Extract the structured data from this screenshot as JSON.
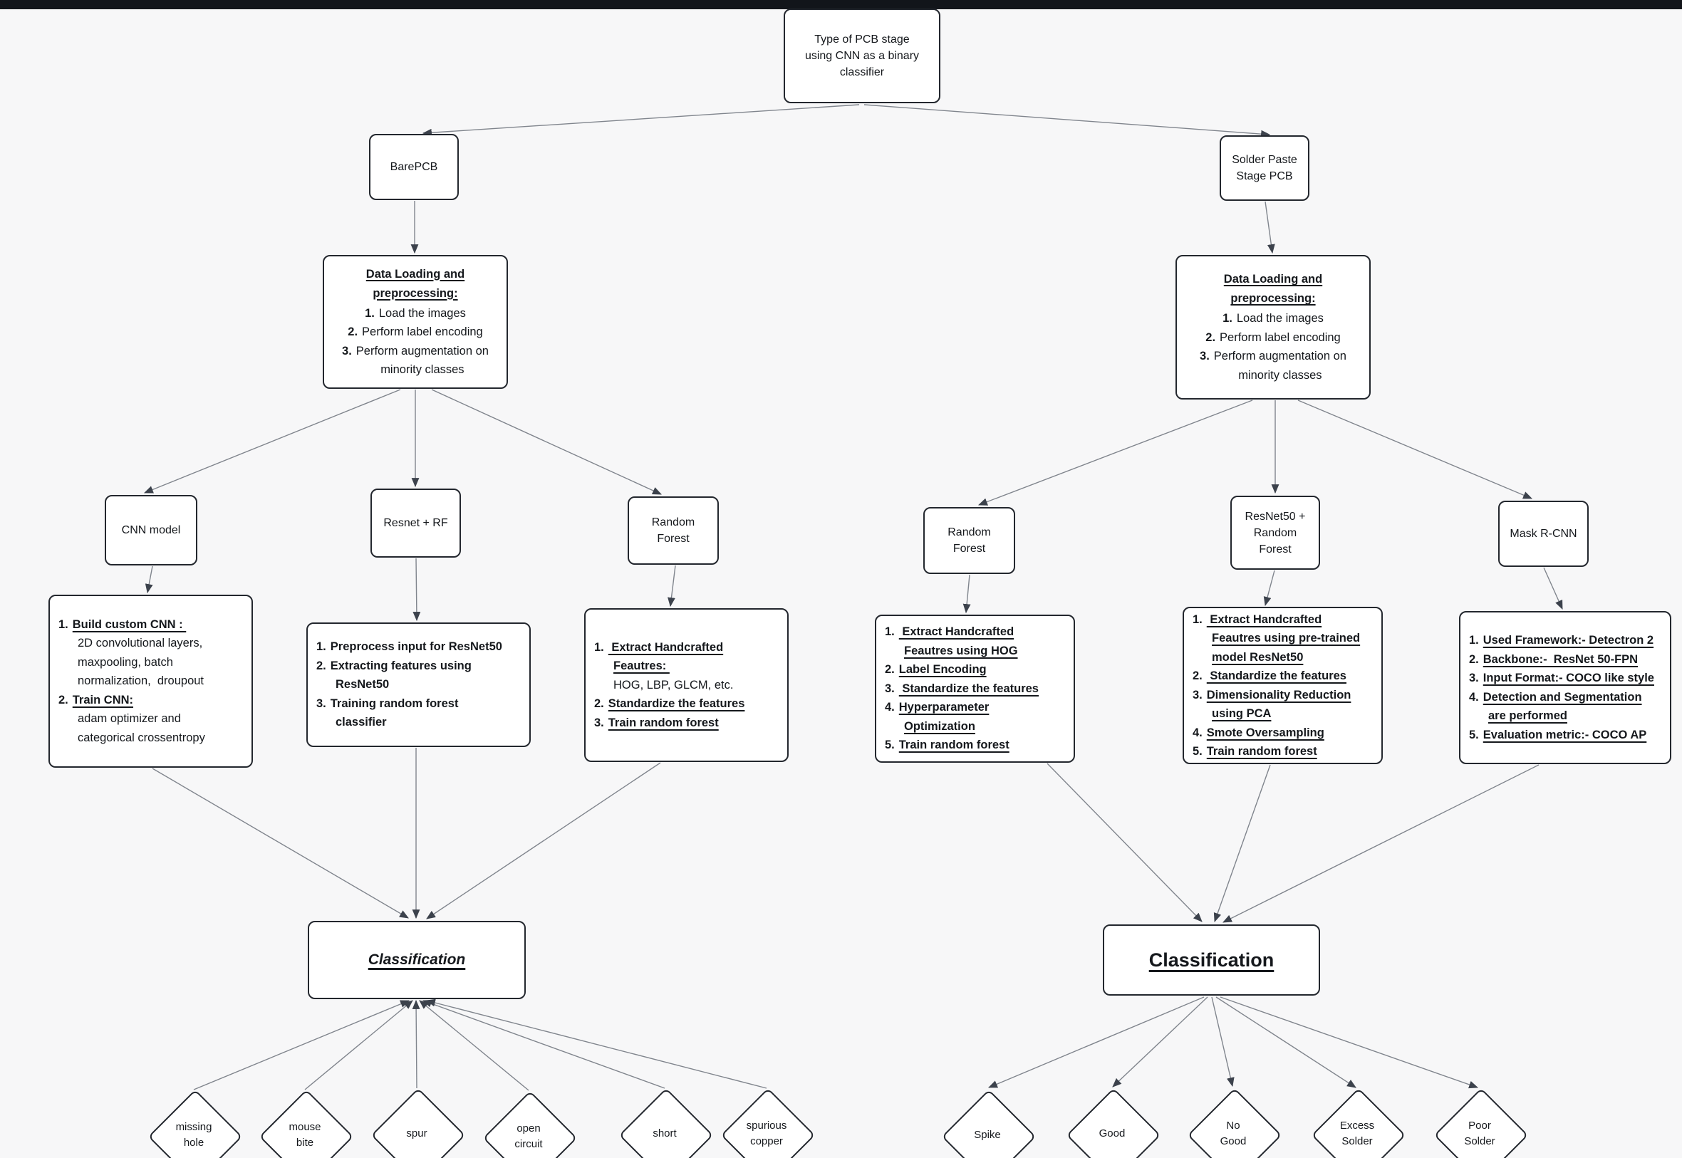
{
  "colors": {
    "canvas_bg": "#f7f7f8",
    "topbar": "#12151a",
    "node_bg": "#ffffff",
    "node_border": "#23272e",
    "edge": "#80858d",
    "arrowhead": "#3c424c",
    "text": "#15181c"
  },
  "root": {
    "label": "Type of PCB stage\nusing CNN as a binary\nclassifier"
  },
  "left": {
    "stage_label": "BarePCB",
    "data_loading": {
      "title": "Data Loading and preprocessing:",
      "lines": [
        {
          "n": "1.",
          "t": "Load the images"
        },
        {
          "n": "2.",
          "t": "Perform label encoding"
        },
        {
          "n": "3.",
          "t": "Perform augmentation on\nminority classes"
        }
      ]
    },
    "model_cnn": "CNN model",
    "model_resnet": "Resnet + RF",
    "model_rf": "Random\nForest",
    "cnn_detail": {
      "lines": [
        {
          "n": "1.",
          "t": "Build custom CNN : ",
          "s": "bu"
        },
        {
          "t": "2D convolutional layers,",
          "s": "i"
        },
        {
          "t": "maxpooling, batch",
          "s": "i"
        },
        {
          "t": "normalization,  droupout",
          "s": "i"
        },
        {
          "n": "2.",
          "t": "Train CNN:",
          "s": "bu"
        },
        {
          "t": "adam optimizer and",
          "s": "i"
        },
        {
          "t": "categorical crossentropy",
          "s": "i"
        }
      ]
    },
    "resnet_detail": {
      "lines": [
        {
          "n": "1.",
          "t": "Preprocess input for ResNet50",
          "s": "b"
        },
        {
          "n": "2.",
          "t": "Extracting features using",
          "s": "b"
        },
        {
          "t": "ResNet50",
          "s": "bi"
        },
        {
          "n": "3.",
          "t": "Training random forest",
          "s": "b"
        },
        {
          "t": "classifier",
          "s": "bi"
        }
      ]
    },
    "rf_detail": {
      "lines": [
        {
          "n": "1.",
          "t": " Extract Handcrafted",
          "s": "bu"
        },
        {
          "t": "Feautres: ",
          "s": "bui"
        },
        {
          "t": "HOG, LBP, GLCM, etc.",
          "s": "i"
        },
        {
          "n": "2.",
          "t": "Standardize the features",
          "s": "bu"
        },
        {
          "n": "3.",
          "t": "Train random forest",
          "s": "bu"
        }
      ]
    },
    "classification_label": "Classification",
    "outcomes": [
      "missing\nhole",
      "mouse\nbite",
      "spur",
      "open\ncircuit",
      "short",
      "spurious\ncopper"
    ]
  },
  "right": {
    "stage_label": "Solder Paste\nStage PCB",
    "data_loading": {
      "title": "Data Loading and preprocessing:",
      "lines": [
        {
          "n": "1.",
          "t": "Load the images"
        },
        {
          "n": "2.",
          "t": "Perform label encoding"
        },
        {
          "n": "3.",
          "t": "Perform augmentation on\nminority classes"
        }
      ]
    },
    "model_rf": "Random\nForest",
    "model_resnet50": "ResNet50  +\nRandom\nForest",
    "model_mask": "Mask R-CNN",
    "rf_detail": {
      "lines": [
        {
          "n": "1.",
          "t": " Extract Handcrafted",
          "s": "bu"
        },
        {
          "t": "Feautres using HOG",
          "s": "bui"
        },
        {
          "n": "2.",
          "t": "Label Encoding",
          "s": "bu"
        },
        {
          "n": "3.",
          "t": " Standardize the features",
          "s": "bu"
        },
        {
          "n": "4.",
          "t": "Hyperparameter",
          "s": "bu"
        },
        {
          "t": "Optimization",
          "s": "bui"
        },
        {
          "n": "5.",
          "t": "Train random forest",
          "s": "bu"
        }
      ]
    },
    "resnet50_detail": {
      "lines": [
        {
          "n": "1.",
          "t": " Extract Handcrafted",
          "s": "bu"
        },
        {
          "t": "Feautres using pre-trained",
          "s": "bui"
        },
        {
          "t": "model ResNet50",
          "s": "bui"
        },
        {
          "n": "2.",
          "t": " Standardize the features",
          "s": "bu"
        },
        {
          "n": "3.",
          "t": "Dimensionality Reduction",
          "s": "bu"
        },
        {
          "t": "using PCA",
          "s": "bui"
        },
        {
          "n": "4.",
          "t": "Smote Oversampling",
          "s": "bu"
        },
        {
          "n": "5.",
          "t": "Train random forest",
          "s": "bu"
        }
      ]
    },
    "mask_detail": {
      "lines": [
        {
          "n": "1.",
          "t": "Used Framework:- Detectron 2",
          "s": "bu"
        },
        {
          "n": "2.",
          "t": "Backbone:-  ResNet 50-FPN",
          "s": "bu"
        },
        {
          "n": "3.",
          "t": "Input Format:- COCO like style",
          "s": "bu"
        },
        {
          "n": "4.",
          "t": "Detection and Segmentation",
          "s": "bu"
        },
        {
          "t": "are performed",
          "s": "bui"
        },
        {
          "n": "5.",
          "t": "Evaluation metric:- COCO AP",
          "s": "bu"
        }
      ]
    },
    "classification_label": "Classification",
    "outcomes": [
      "Spike",
      "Good",
      "No\nGood",
      "Excess\nSolder",
      "Poor\nSolder"
    ]
  }
}
